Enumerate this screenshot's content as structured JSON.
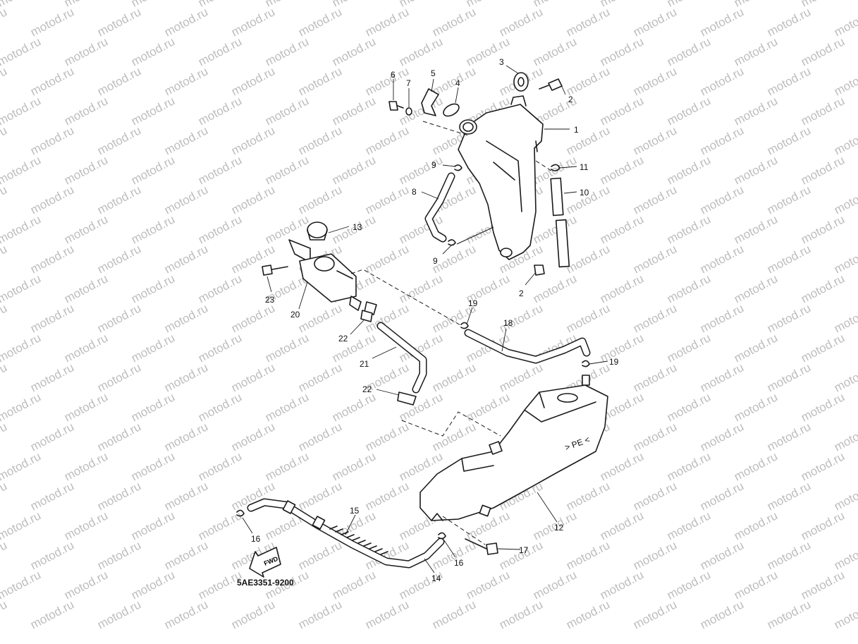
{
  "watermark": {
    "text": "motod.ru",
    "color": "#bdbdbd"
  },
  "callouts": [
    "1",
    "2",
    "2",
    "3",
    "4",
    "5",
    "6",
    "7",
    "8",
    "9",
    "9",
    "10",
    "11",
    "12",
    "13",
    "14",
    "15",
    "16",
    "16",
    "17",
    "18",
    "19",
    "19",
    "20",
    "21",
    "22",
    "22",
    "23"
  ],
  "tank_marking": "> PE <",
  "fwd_label": "FWD",
  "diagram_code": "5AE3351-9200"
}
